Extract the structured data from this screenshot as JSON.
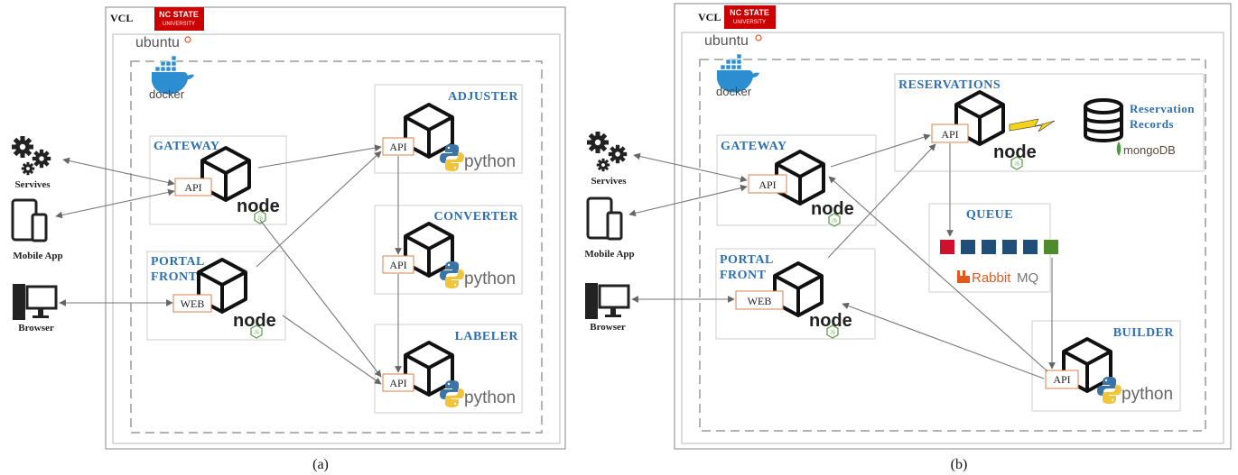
{
  "colors": {
    "ncstate_red": "#cc0000",
    "title_blue": "#2e6fb3",
    "api_border": "#d9824b",
    "queue_red": "#d0112b",
    "queue_blue": "#1f4e79",
    "queue_green": "#4f8a2b",
    "mongo_green": "#4a9a3a",
    "rabbit_orange": "#e05a1f"
  },
  "icons": [
    "gears-icon",
    "mobile-devices-icon",
    "desktop-browser-icon",
    "docker-whale-icon",
    "ubuntu-icon",
    "container-cube-icon",
    "python-logo-icon",
    "node-logo-icon",
    "database-icon",
    "lightning-icon",
    "rabbitmq-icon",
    "mongodb-leaf-icon"
  ],
  "panel_a": {
    "vcl": "VCL",
    "ncstate_title": "NC STATE",
    "ncstate_sub": "UNIVERSITY",
    "ubuntu": "ubuntu",
    "docker": "docker",
    "clients": {
      "services": "Servives",
      "mobile": "Mobile App",
      "browser": "Browser"
    },
    "gateway": {
      "title": "GATEWAY",
      "port": "API",
      "runtime": "node"
    },
    "portal": {
      "title_line1": "PORTAL",
      "title_line2": "FRONT",
      "port": "WEB",
      "runtime": "node"
    },
    "adjuster": {
      "title": "ADJUSTER",
      "port": "API",
      "runtime": "python"
    },
    "converter": {
      "title": "CONVERTER",
      "port": "API",
      "runtime": "python"
    },
    "labeler": {
      "title": "LABELER",
      "port": "API",
      "runtime": "python"
    },
    "caption": "(a)"
  },
  "panel_b": {
    "vcl": "VCL",
    "ncstate_title": "NC STATE",
    "ncstate_sub": "UNIVERSITY",
    "ubuntu": "ubuntu",
    "docker": "docker",
    "clients": {
      "services": "Servives",
      "mobile": "Mobile App",
      "browser": "Browser"
    },
    "gateway": {
      "title": "GATEWAY",
      "port": "API",
      "runtime": "node"
    },
    "portal": {
      "title_line1": "PORTAL",
      "title_line2": "FRONT",
      "port": "WEB",
      "runtime": "node"
    },
    "reservations": {
      "title": "RESERVATIONS",
      "port": "API",
      "runtime": "node",
      "db_label_line1": "Reservation",
      "db_label_line2": "Records",
      "db": "mongoDB"
    },
    "queue": {
      "title": "QUEUE",
      "broker_a": "Rabbit",
      "broker_b": "MQ"
    },
    "builder": {
      "title": "BUILDER",
      "port": "API",
      "runtime": "python"
    },
    "caption": "(b)"
  }
}
